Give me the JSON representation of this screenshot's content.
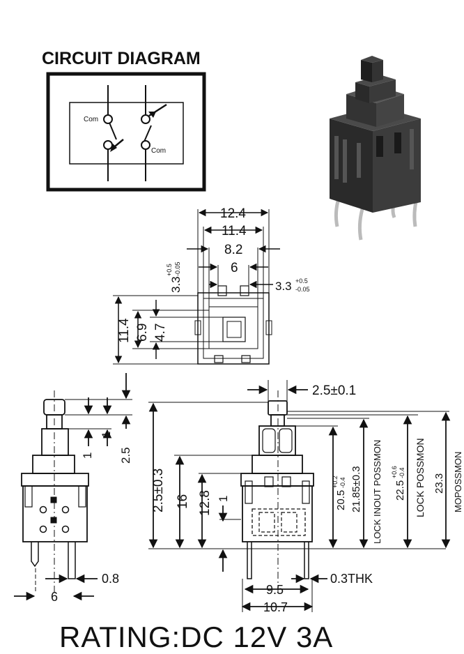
{
  "circuit": {
    "title": "CIRCUIT DIAGRAM",
    "com_label_1": "Com",
    "com_label_2": "Com"
  },
  "rating": "RATING:DC 12V 3A",
  "top_view": {
    "dim_width_outer": "12.4",
    "dim_width_mid": "11.4",
    "dim_inner": "8.2",
    "dim_inner2": "6",
    "dim_pin_left": "3.3",
    "dim_pin_left_tol_plus": "+0.5",
    "dim_pin_left_tol_minus": "-0.05",
    "dim_pin_right": "3.3",
    "dim_pin_right_tol_plus": "+0.5",
    "dim_pin_right_tol_minus": "-0.05",
    "dim_height_outer": "11.4",
    "dim_height_mid": "6.9",
    "dim_height_inner": "4.7"
  },
  "side_view": {
    "dim_a": "1",
    "dim_b": "1",
    "dim_c": "2.5",
    "dim_pin_thk": "0.8",
    "dim_pitch": "6"
  },
  "front_view": {
    "dim_top_width": "2.5±0.1",
    "dim_total_left": "2.5±0.3",
    "dim_16": "16",
    "dim_12_8": "12.8",
    "dim_1": "1",
    "dim_20_5": "20.5",
    "dim_20_5_tol_plus": "+0.2",
    "dim_20_5_tol_minus": "-0.4",
    "dim_21_85": "21.85±0.3",
    "label_lock_inout": "LOCK INOUT POSSMON",
    "dim_22_5": "22.5",
    "dim_22_5_tol_plus": "+0.6",
    "dim_22_5_tol_minus": "-0.4",
    "label_lock": "LOCK POSSMON",
    "dim_23_3": "23.3",
    "label_moposs": "MOPOSSMON",
    "dim_9_5": "9.5",
    "dim_10_7": "10.7",
    "dim_thk": "0.3THK"
  }
}
